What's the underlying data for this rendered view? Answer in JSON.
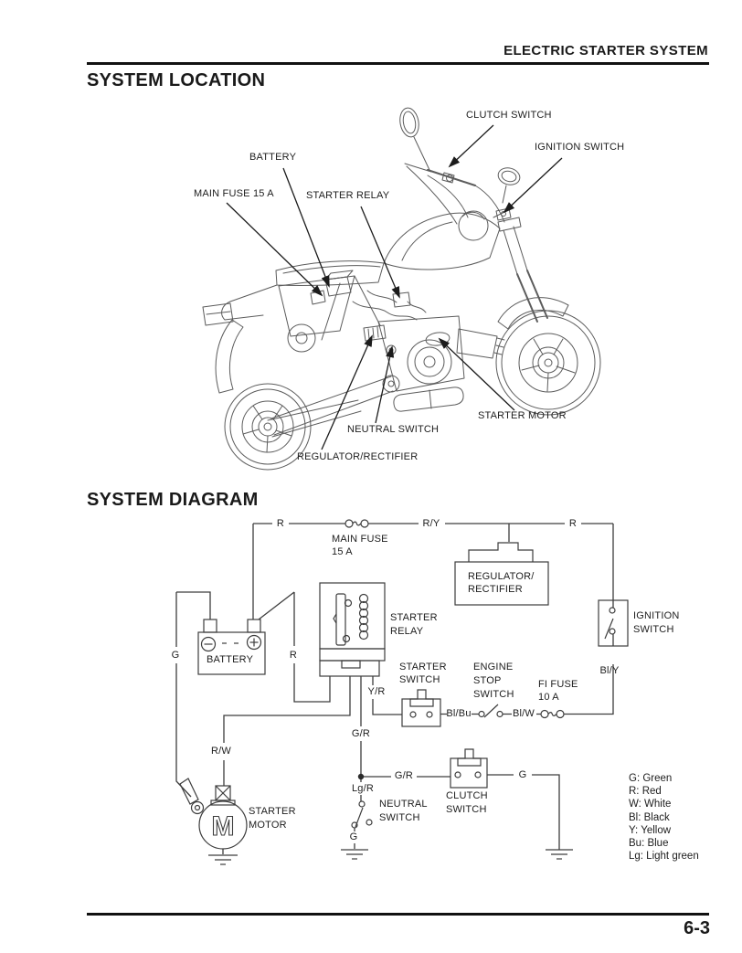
{
  "colors": {
    "ink": "#1a1a1a",
    "line": "#3d3d3d",
    "rule": "#111111",
    "background": "#ffffff"
  },
  "page": {
    "header_title": "ELECTRIC STARTER SYSTEM",
    "section_location": "SYSTEM LOCATION",
    "section_diagram": "SYSTEM DIAGRAM",
    "page_number": "6-3"
  },
  "location": {
    "clutch_switch": "CLUTCH SWITCH",
    "ignition_switch": "IGNITION SWITCH",
    "battery": "BATTERY",
    "main_fuse": "MAIN FUSE 15 A",
    "starter_relay": "STARTER RELAY",
    "starter_motor": "STARTER MOTOR",
    "neutral_switch": "NEUTRAL SWITCH",
    "regulator_rectifier": "REGULATOR/RECTIFIER"
  },
  "diagram": {
    "main_fuse": [
      "MAIN FUSE",
      "15 A"
    ],
    "regulator_rectifier": [
      "REGULATOR/",
      "RECTIFIER"
    ],
    "battery": "BATTERY",
    "starter_relay": [
      "STARTER",
      "RELAY"
    ],
    "ignition_switch": [
      "IGNITION",
      "SWITCH"
    ],
    "starter_switch": [
      "STARTER",
      "SWITCH"
    ],
    "engine_stop_switch": [
      "ENGINE",
      "STOP",
      "SWITCH"
    ],
    "fi_fuse": [
      "FI FUSE",
      "10 A"
    ],
    "starter_motor": [
      "STARTER",
      "MOTOR"
    ],
    "neutral_switch": [
      "NEUTRAL",
      "SWITCH"
    ],
    "clutch_switch": [
      "CLUTCH",
      "SWITCH"
    ],
    "motor_letter": "M",
    "wires": {
      "r1": "R",
      "ry": "R/Y",
      "r2": "R",
      "g_batt": "G",
      "r_batt": "R",
      "yr": "Y/R",
      "gr1": "G/R",
      "gr2": "G/R",
      "lgr": "Lg/R",
      "g_neutral": "G",
      "g_clutch": "G",
      "blbu": "Bl/Bu",
      "blw": "Bl/W",
      "bly": "Bl/Y",
      "rw": "R/W"
    },
    "legend": [
      "G: Green",
      "R: Red",
      "W: White",
      "Bl: Black",
      "Y: Yellow",
      "Bu: Blue",
      "Lg: Light green"
    ]
  }
}
